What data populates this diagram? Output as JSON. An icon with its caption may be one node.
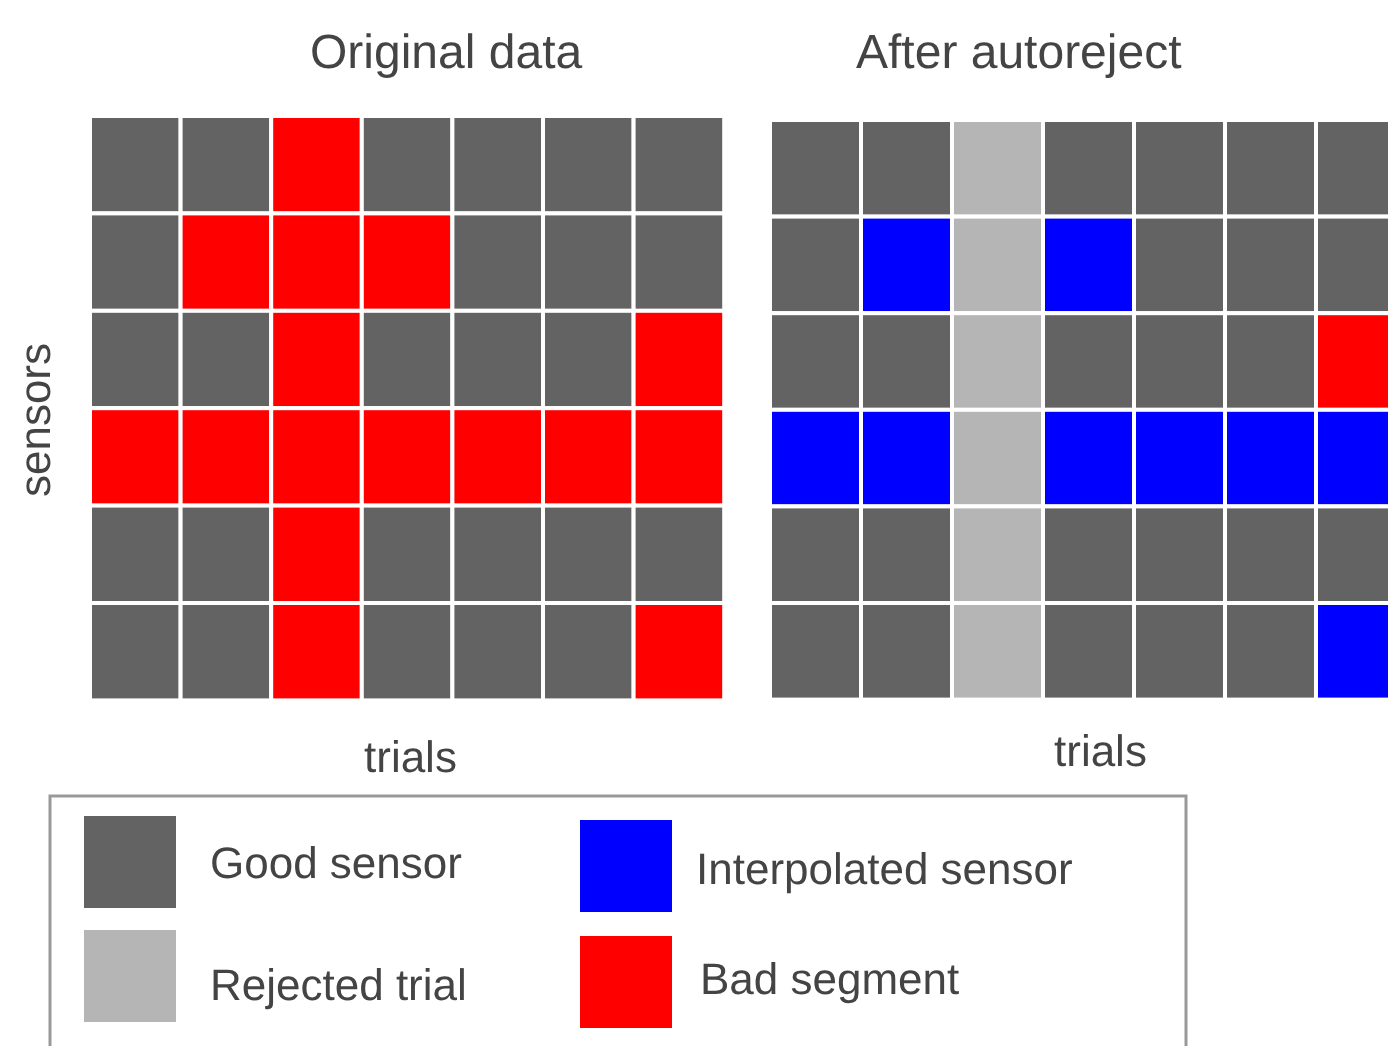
{
  "diagram": {
    "labels": [
      "Original data",
      "After autoreject",
      "sensors",
      "trials",
      "trials"
    ],
    "legend": [
      {
        "text": "Good sensor",
        "color": "#636363"
      },
      {
        "text": "Interpolated sensor",
        "color": "#0000ff"
      },
      {
        "text": "Rejected trial",
        "color": "#b5b5b5"
      },
      {
        "text": "Bad segment",
        "color": "#ff0000"
      }
    ]
  }
}
